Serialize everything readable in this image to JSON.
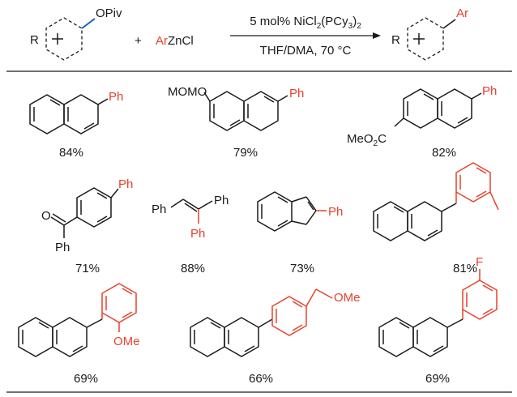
{
  "reaction": {
    "substrate_r": "R",
    "leaving_group": "OPiv",
    "plus": "+",
    "reagent": "ArZnCl",
    "catalyst": {
      "pre": "5 mol% NiCl",
      "s1": "2",
      "mid": "(PCy",
      "s2": "3",
      "post": ")",
      "s3": "2"
    },
    "conditions": "THF/DMA, 70 °C",
    "product_r": "R",
    "product_ar": "Ar"
  },
  "substituents": {
    "ph": "Ph",
    "momo": "MOMO",
    "meo2c": {
      "pre": "MeO",
      "sub": "2",
      "post": "C"
    },
    "o": "O",
    "ome": "OMe",
    "f": "F"
  },
  "yields": [
    "84%",
    "79%",
    "82%",
    "71%",
    "88%",
    "73%",
    "81%",
    "69%",
    "66%",
    "69%"
  ],
  "colors": {
    "black": "#1a1a1a",
    "red": "#e8412c",
    "blue": "#1f5fb3"
  }
}
